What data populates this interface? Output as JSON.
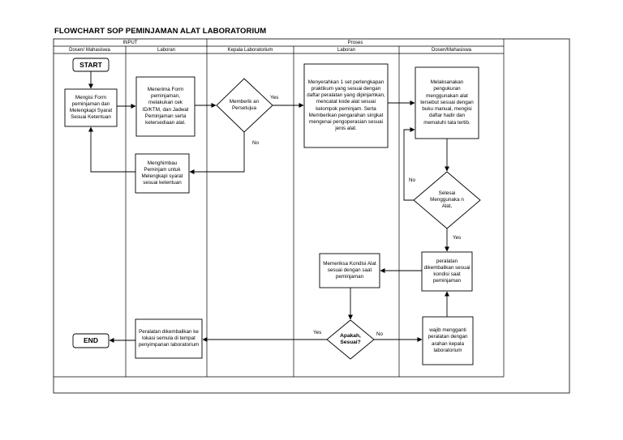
{
  "title": "FLOWCHART SOP PEMINJAMAN ALAT LABORATORIUM",
  "phases": {
    "input": "INPUT",
    "proses": "Proses"
  },
  "lanes": {
    "dosen1": "Dosen/ Mahasiswa",
    "laboran1": "Laboran",
    "kepala": "Kepala Laboratorium",
    "laboran2": "Laboran",
    "dosen2": "Dosen/Mahasiswa"
  },
  "nodes": {
    "start": "START",
    "mengisi_form": "Mengisi Form peminjaman dan Melengkapi Syarat Sesuai Ketentuan",
    "menerima_form": "Menerima Form peminjaman, melakukan cek ID/KTM, dan Jadwal Peminjaman serta ketersediaan alat.",
    "memberikan_persetujuan": "Memberik an Persetujua",
    "menghimbau": "Menghimbau Peminjam untuk Melengkapi syarat sesuai ketentuan",
    "menyerahkan": "Menyerahkan 1 set perlengkapan praktikum yang sesuai dengan daftar peralatan yang dipinjamkan, mencatat kode alat sesuai kelompok peminjam. Serta Memberikan pengarahan singkat mengenai pengoperasian sesuai jenis alat.",
    "melaksanakan": "Melaksanakan pengukuran menggunakan alat tersebut sesuai dengan buku manual, mengisi daftar hadir dan mematuhi tata tertib.",
    "selesai": "Selesai Menggunaka n Alat,",
    "dikembalikan": "peralatan dikembalikan sesuai kondisi saat peminjaman",
    "memeriksa": "Memeriksa Kondisi Alat sesuai dengan saat peminjaman",
    "apakah_sesuai": "Apakah, Sesuai?",
    "wajib_mengganti": "wajib mengganti peralatan dengan arahan kepala laboratorium",
    "dikembalikan_lokasi": "Peralatan dikembalikan ke lokasi semula di tempat penyimpanan laboratorium",
    "end": "END"
  },
  "edge_labels": {
    "persetujuan_yes": "Yes",
    "persetujuan_no": "No",
    "selesai_no": "No",
    "selesai_yes": "Yes",
    "sesuai_yes": "Yes",
    "sesuai_no": "No"
  }
}
